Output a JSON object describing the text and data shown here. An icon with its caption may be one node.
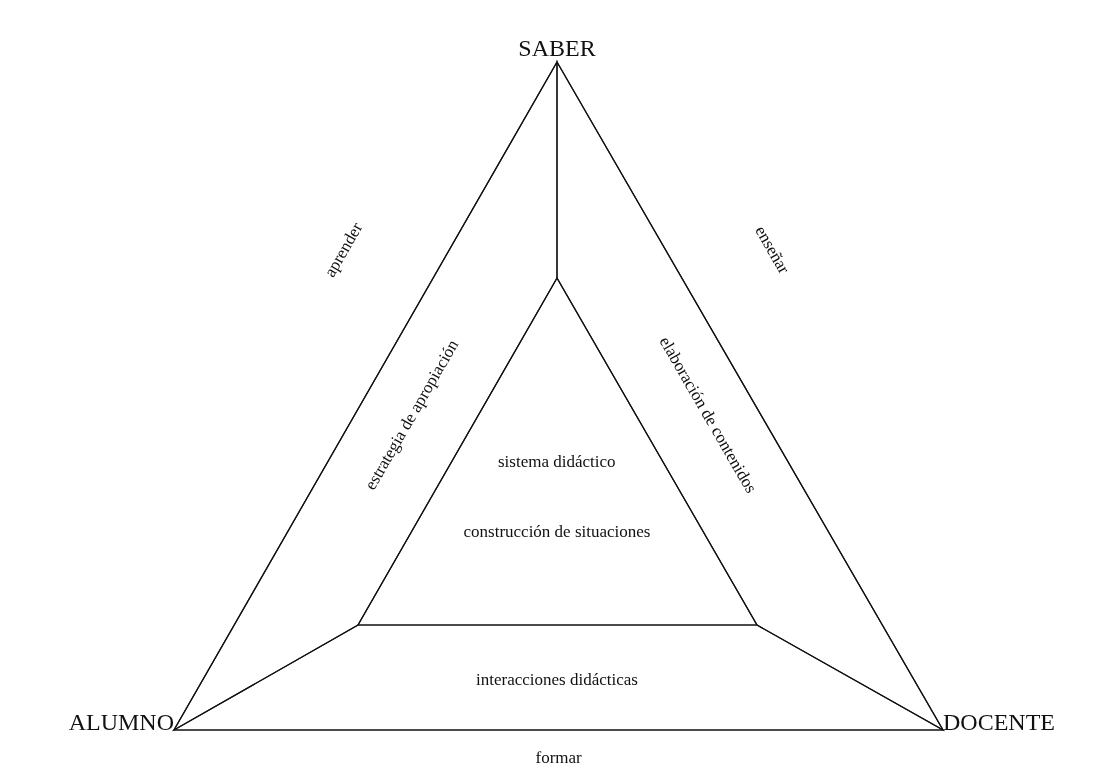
{
  "diagram": {
    "nodes": [
      {
        "text": [
          "SABER"
        ]
      },
      {
        "text": [
          "ALUMNO"
        ]
      },
      {
        "text": [
          "DOCENTE"
        ]
      },
      {
        "text": [
          "sistema didáctico",
          "construcción de situaciones"
        ]
      },
      {
        "text": [
          "estrategia de apropiación"
        ]
      },
      {
        "text": [
          "elaboración de contenidos"
        ]
      },
      {
        "text": [
          "interacciones didácticas"
        ]
      }
    ],
    "edges": [
      {
        "from": 0,
        "to": 1,
        "arrow": "none",
        "label": "aprender"
      },
      {
        "from": 0,
        "to": 2,
        "arrow": "none",
        "label": "enseñar"
      },
      {
        "from": 1,
        "to": 2,
        "arrow": "none",
        "label": "formar"
      }
    ]
  }
}
